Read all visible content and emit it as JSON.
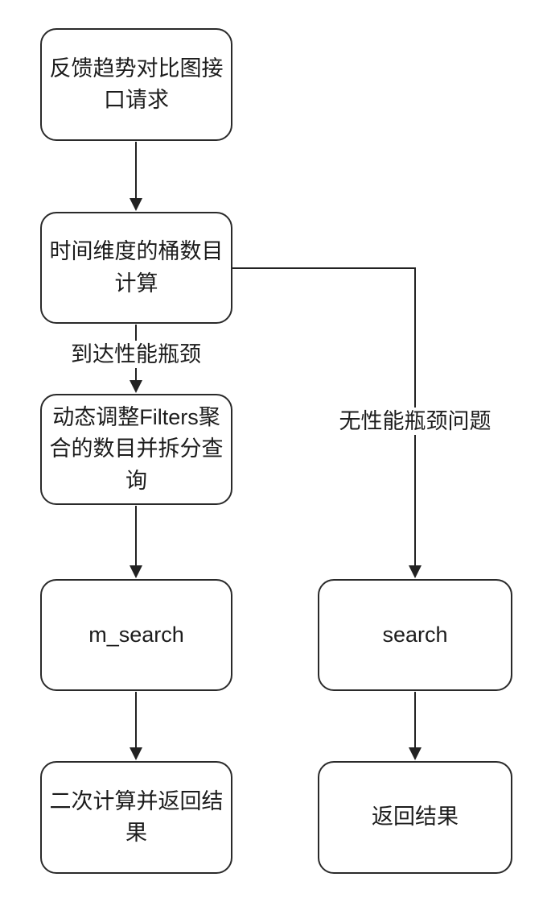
{
  "flowchart": {
    "nodes": {
      "request": {
        "label": "反馈趋势对比图接\n口请求"
      },
      "bucket": {
        "label": "时间维度的桶数目\n计算"
      },
      "adjust": {
        "label": "动态调整Filters聚\n合的数目并拆分查\n询"
      },
      "msearch": {
        "label": "m_search"
      },
      "secondary": {
        "label": "二次计算并返回结\n果"
      },
      "search": {
        "label": "search"
      },
      "return": {
        "label": "返回结果"
      }
    },
    "edge_labels": {
      "bottleneck": {
        "label": "到达性能瓶颈"
      },
      "no_bottleneck": {
        "label": "无性能瓶颈问题"
      }
    },
    "colors": {
      "stroke": "#222222",
      "node_border": "#2a2a2a",
      "text": "#1c1c1c",
      "background": "#ffffff"
    }
  }
}
